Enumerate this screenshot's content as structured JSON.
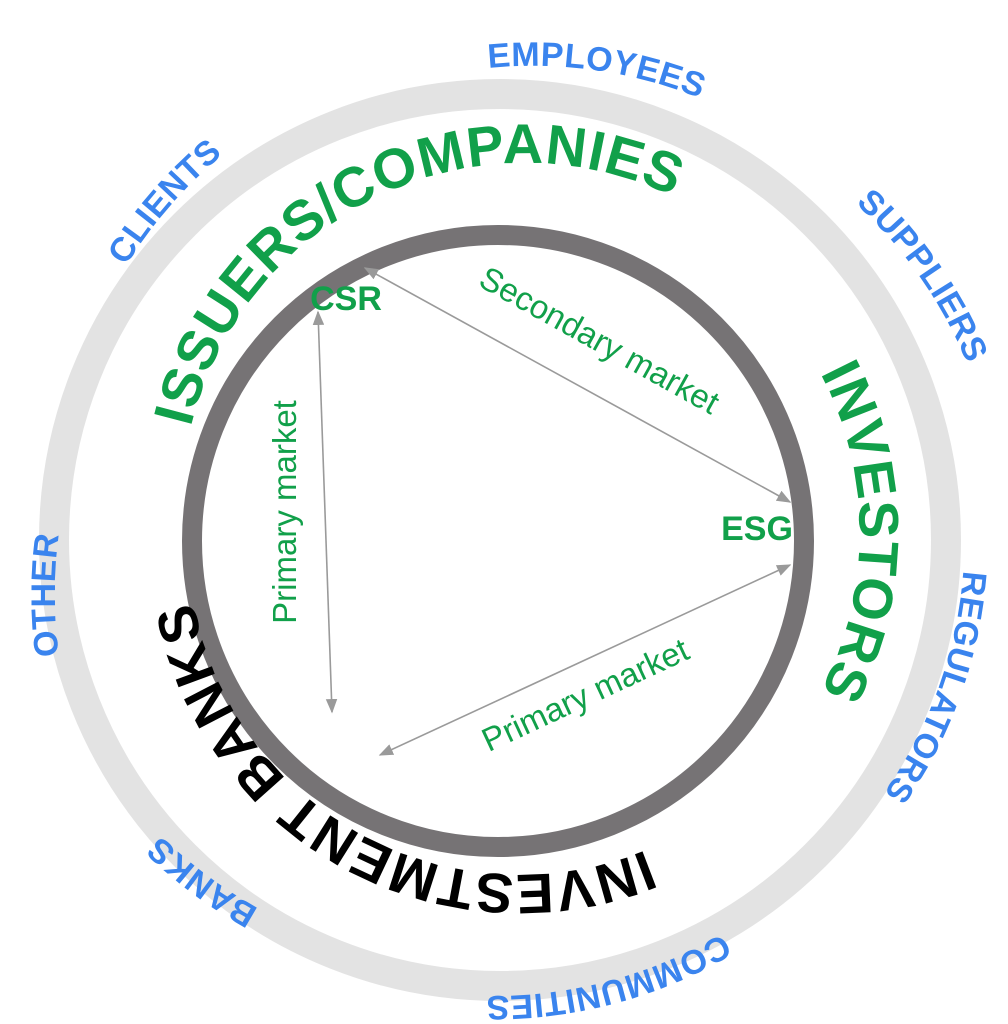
{
  "colors": {
    "outer_ring": "#e3e3e3",
    "inner_ring": "#767375",
    "green": "#11a04a",
    "blue": "#3a84ee",
    "black": "#000000",
    "arrow": "#9a9a9a"
  },
  "outer_stakeholders": {
    "employees": "EMPLOYEES",
    "suppliers": "SUPPLIERS",
    "regulators": "REGULATORS",
    "communities": "COMMUNITIES",
    "banks": "BANKS",
    "other": "OTHER",
    "clients": "CLIENTS"
  },
  "main_actors": {
    "issuers": "ISSUERS/COMPANIES",
    "investors": "INVESTORS",
    "investment_banks": "INVESTMENT BANKS"
  },
  "nodes": {
    "csr": "CSR",
    "esg": "ESG"
  },
  "flows": {
    "secondary_market": "Secondary market",
    "primary_market_left": "Primary market",
    "primary_market_bottom": "Primary market"
  }
}
